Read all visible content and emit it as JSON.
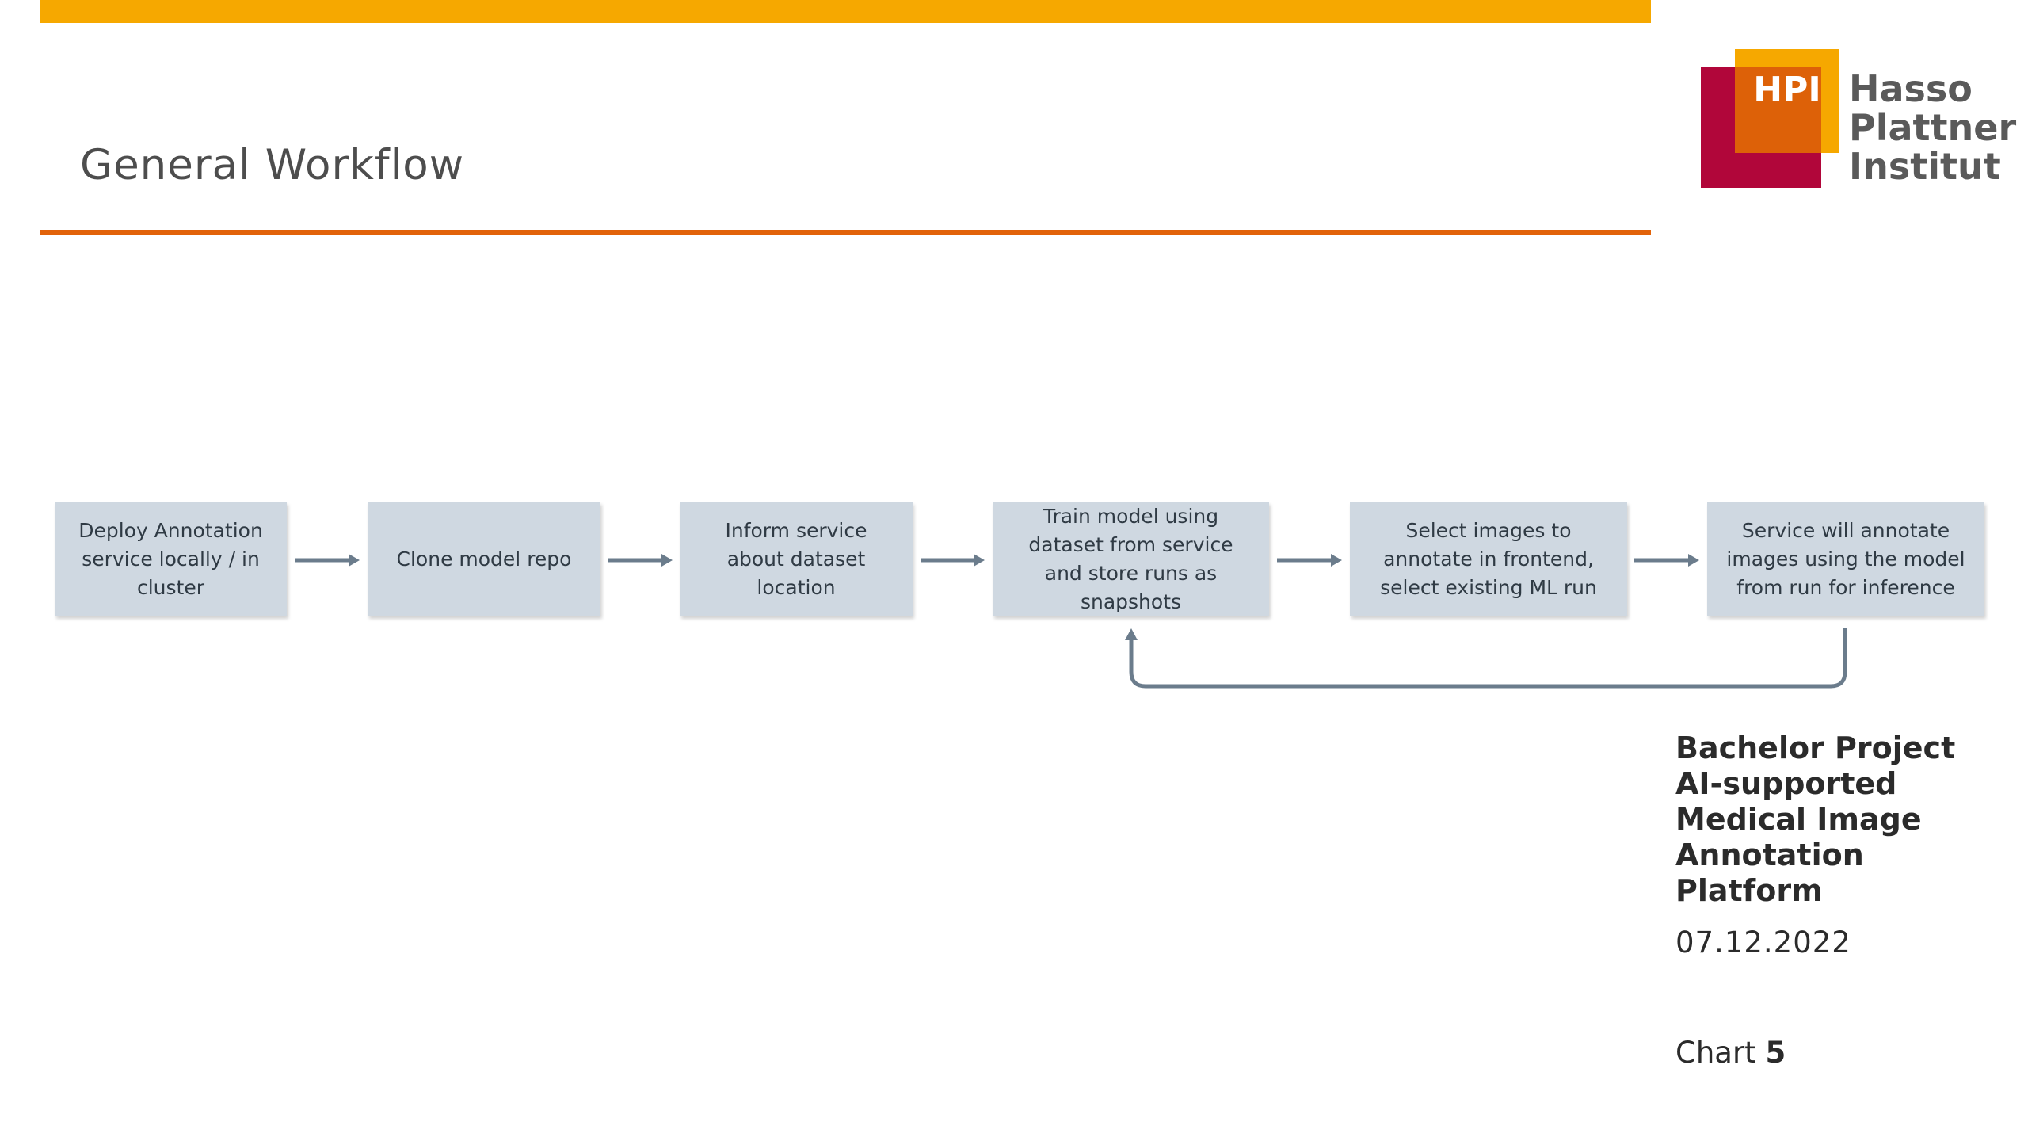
{
  "slide": {
    "title": "General Workflow",
    "project_lines": [
      "Bachelor Project",
      "AI-supported",
      "Medical Image",
      "Annotation",
      "Platform"
    ],
    "date": "07.12.2022",
    "chart_label": "Chart",
    "chart_number": "5"
  },
  "logo": {
    "abbr": "HPI",
    "lines": [
      "Hasso",
      "Plattner",
      "Institut"
    ]
  },
  "workflow": {
    "steps": [
      "Deploy Annotation service locally / in cluster",
      "Clone model repo",
      "Inform service about dataset location",
      "Train model using dataset from service and store runs as snapshots",
      "Select images to annotate in frontend, select existing ML run",
      "Service will annotate images using the model from run for inference"
    ],
    "loop": "step 6 → step 4"
  },
  "colors": {
    "top_bar": "#f6a800",
    "title_rule": "#e2630a",
    "step_fill": "#cfd8e1",
    "arrow": "#6b7c8c",
    "logo_red": "#b1063a",
    "logo_orange": "#f6a800",
    "logo_mid": "#dd6108"
  }
}
